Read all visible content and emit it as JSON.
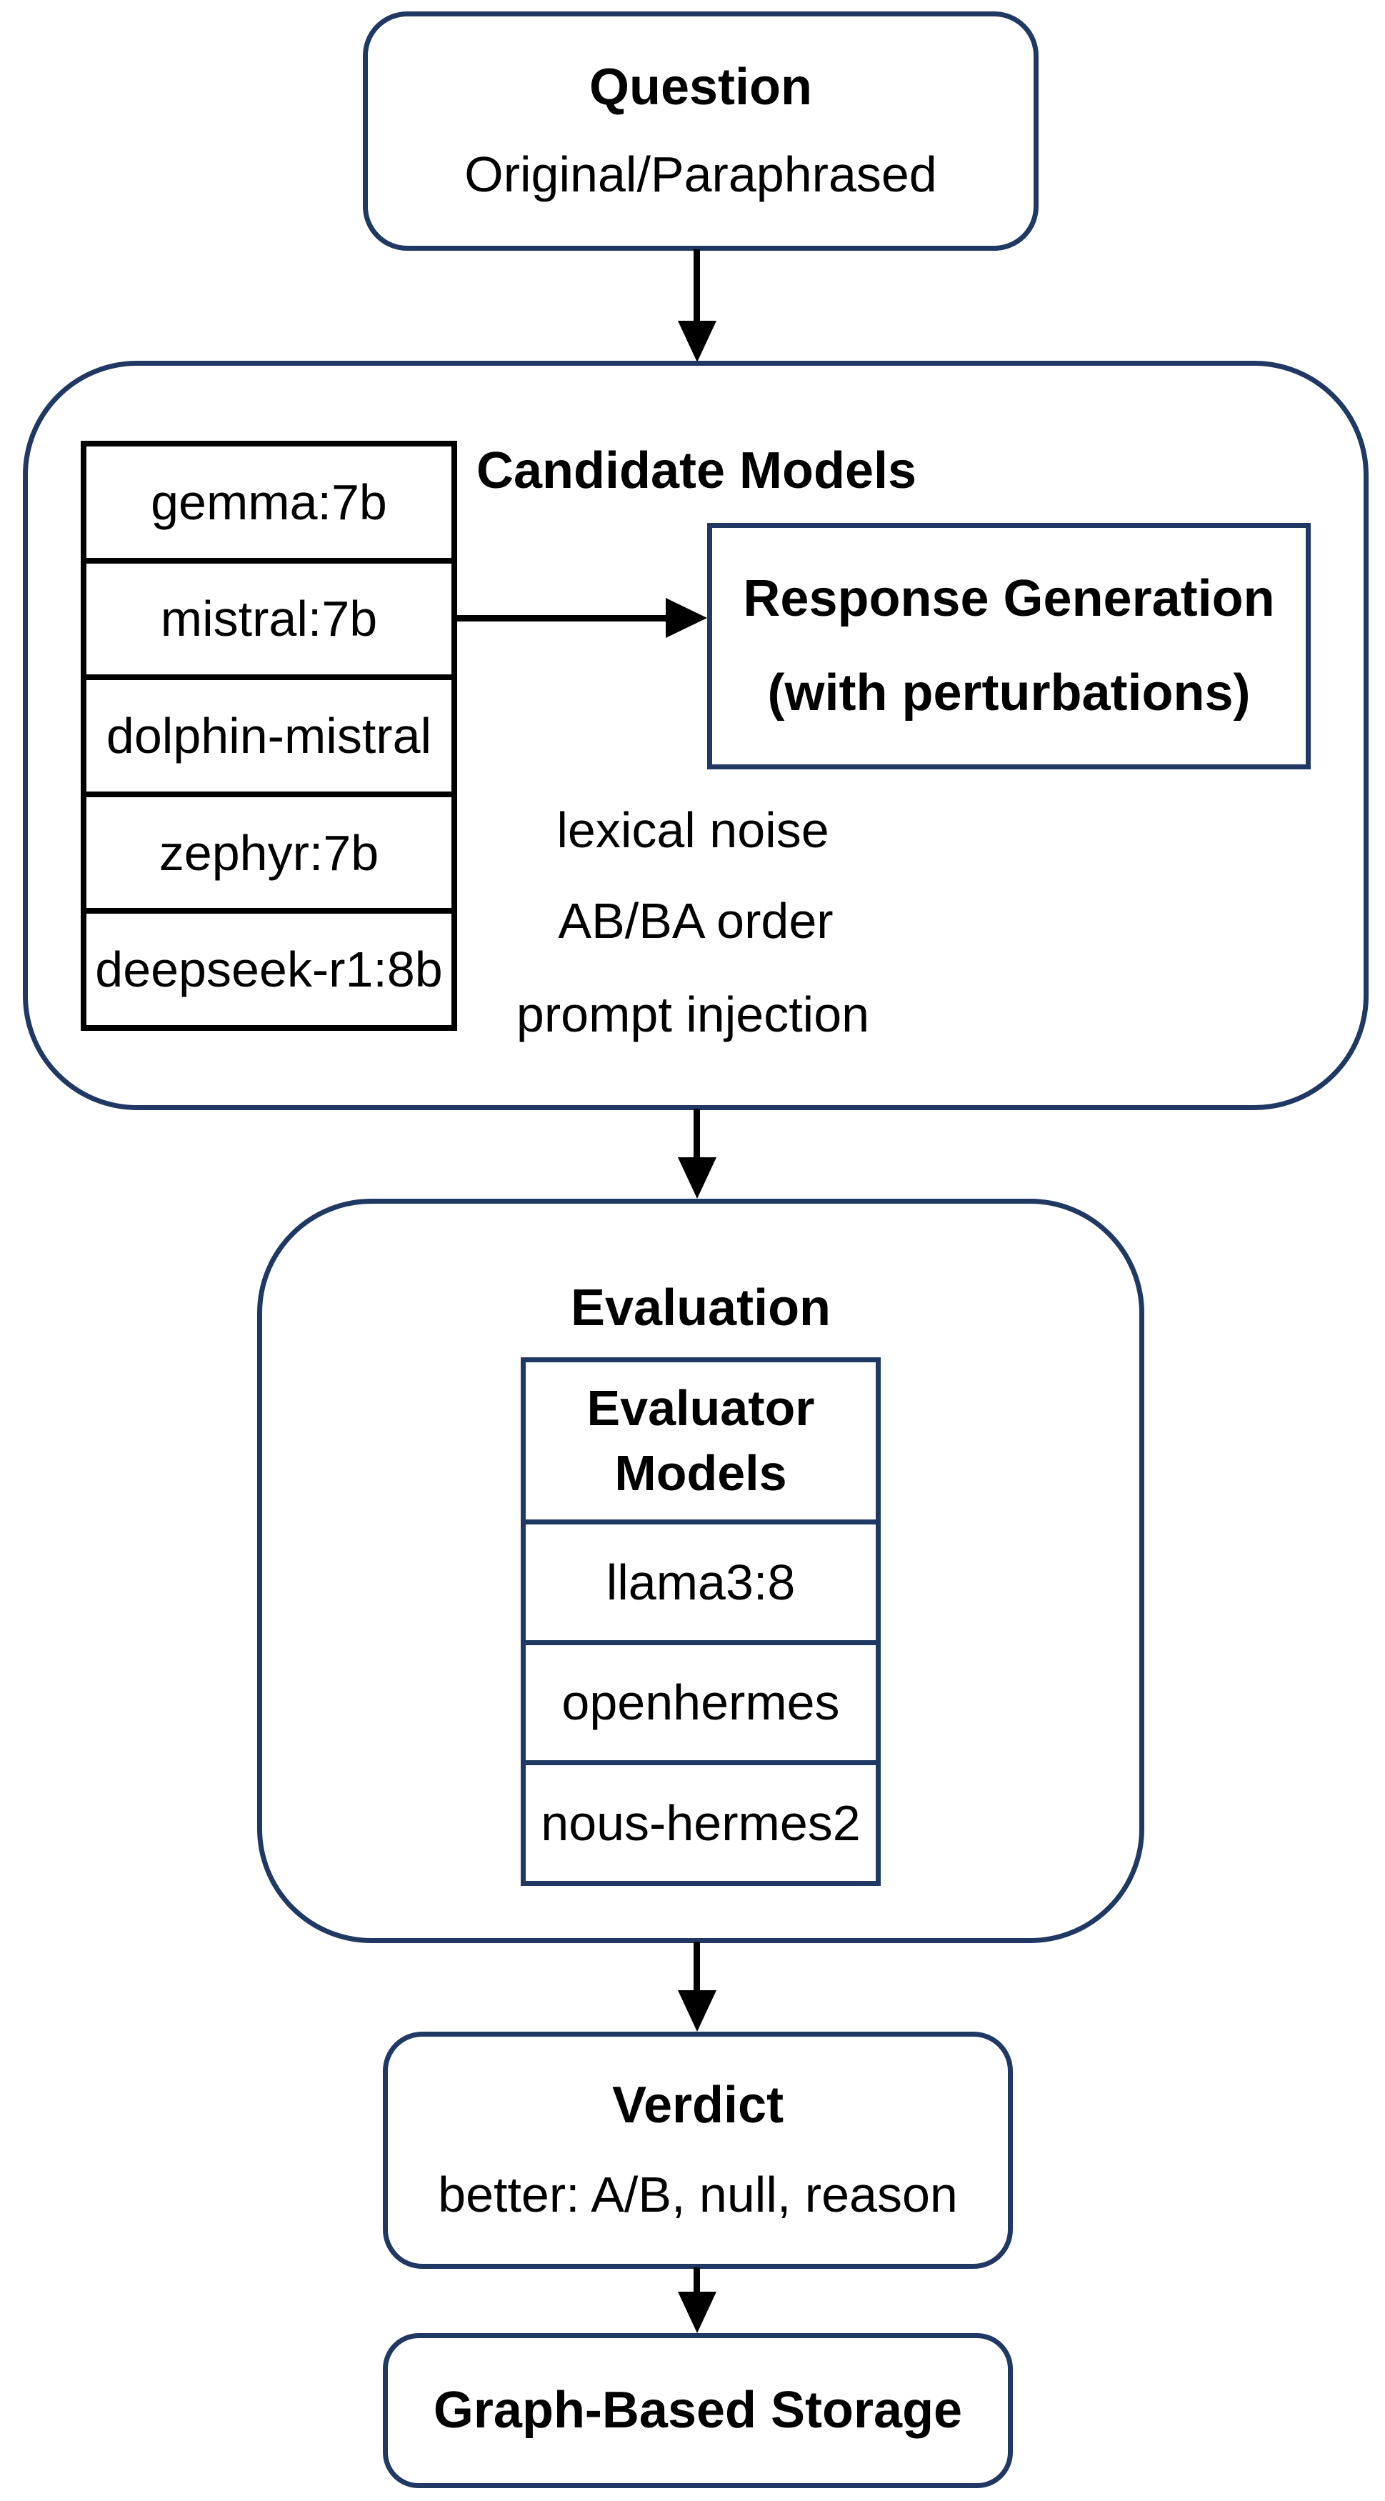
{
  "diagram": {
    "question": {
      "title": "Question",
      "subtitle": "Original/Paraphrased"
    },
    "candidate": {
      "title": "Candidate Models",
      "models": [
        "gemma:7b",
        "mistral:7b",
        "dolphin-mistral",
        "zephyr:7b",
        "deepseek-r1:8b"
      ],
      "response": {
        "line1": "Response Generation",
        "line2": "(with perturbations)"
      },
      "perturbations": [
        "lexical noise",
        "AB/BA order",
        "prompt injection"
      ]
    },
    "evaluation": {
      "title": "Evaluation",
      "table_header": "Evaluator Models",
      "models": [
        "llama3:8",
        "openhermes",
        "nous-hermes2"
      ]
    },
    "verdict": {
      "title": "Verdict",
      "subtitle": "better: A/B, null, reason"
    },
    "storage": {
      "title": "Graph-Based Storage"
    }
  },
  "colors": {
    "outline": "#1F3864",
    "ink": "#000000",
    "background": "#FFFFFF"
  }
}
